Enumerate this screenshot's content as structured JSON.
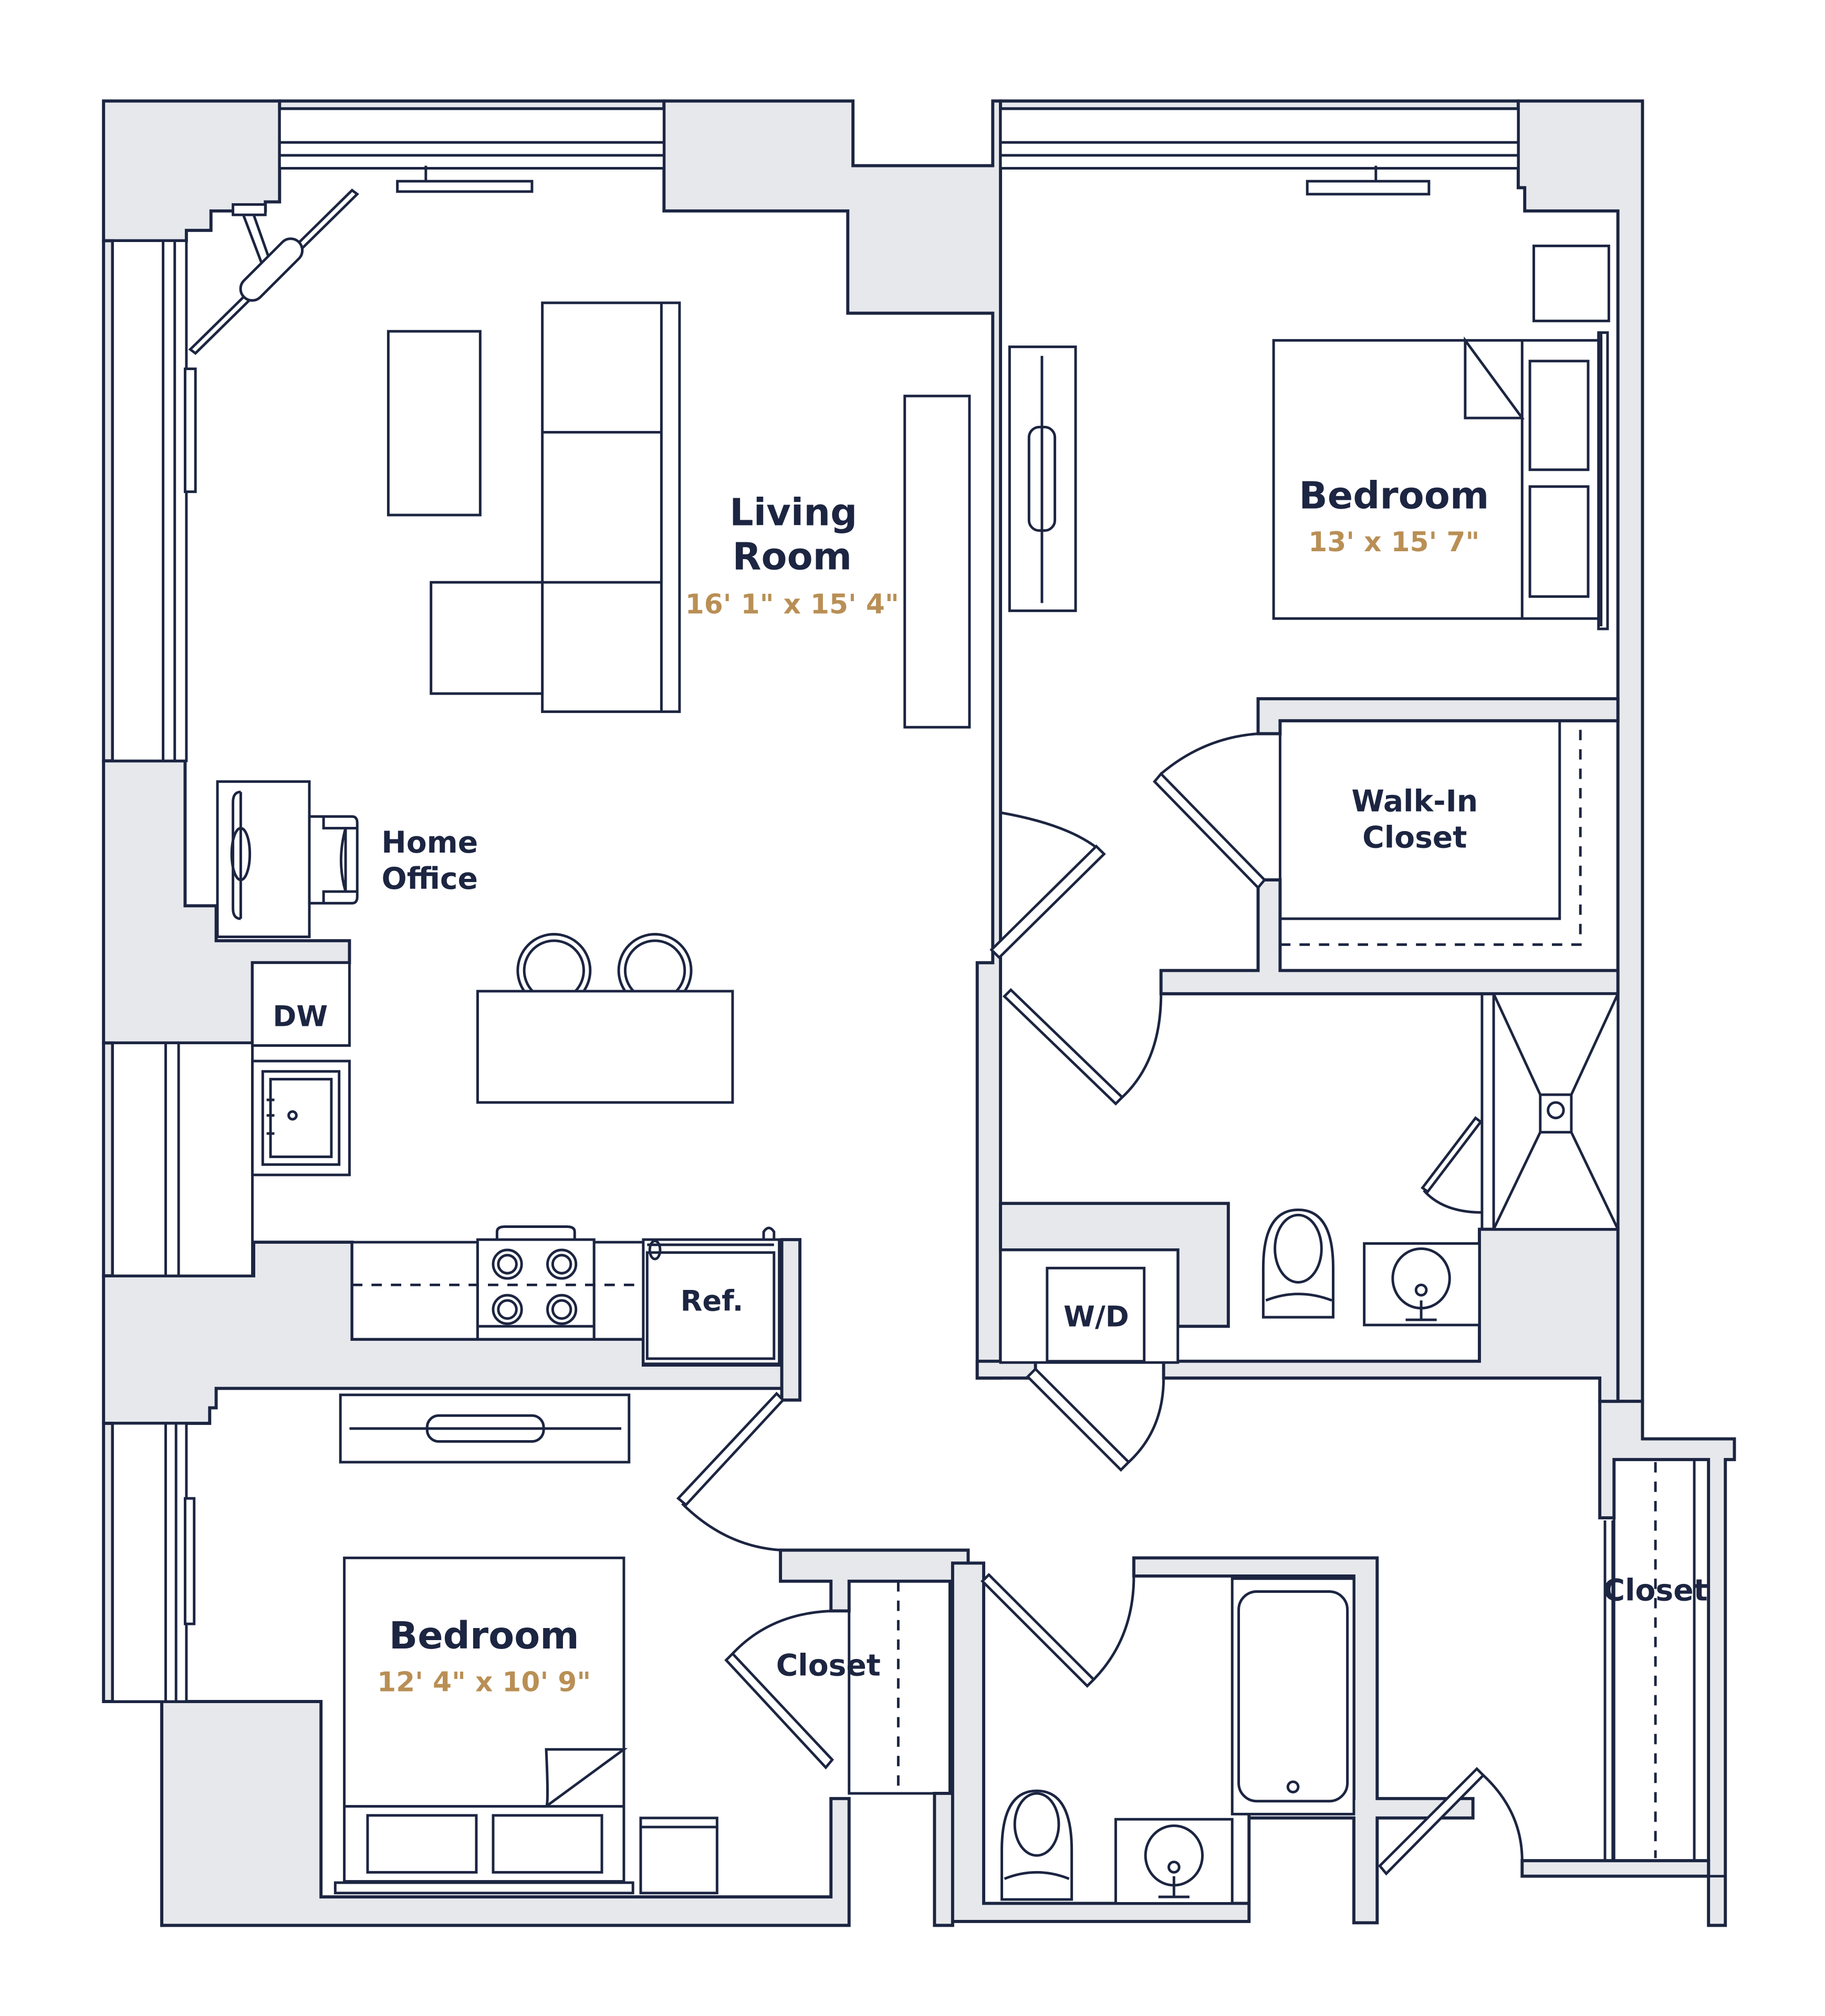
{
  "colors": {
    "wall_fill": "#E6E8EC",
    "line": "#1C2541",
    "label": "#1C2541",
    "dimension": "#B98F55",
    "background": "#FFFFFF"
  },
  "rooms": {
    "living_room": {
      "name_line1": "Living",
      "name_line2": "Room",
      "dimensions": "16' 1\" x 15' 4\""
    },
    "primary_bedroom": {
      "name": "Bedroom",
      "dimensions": "13' x 15' 7\""
    },
    "second_bedroom": {
      "name": "Bedroom",
      "dimensions": "12' 4\" x 10' 9\""
    },
    "home_office": {
      "name_line1": "Home",
      "name_line2": "Office"
    },
    "walk_in_closet": {
      "name_line1": "Walk-In",
      "name_line2": "Closet"
    },
    "bedroom_closet": {
      "name": "Closet"
    },
    "hall_closet": {
      "name": "Closet"
    }
  },
  "appliances": {
    "dishwasher": "DW",
    "refrigerator": "Ref.",
    "washer_dryer": "W/D"
  }
}
